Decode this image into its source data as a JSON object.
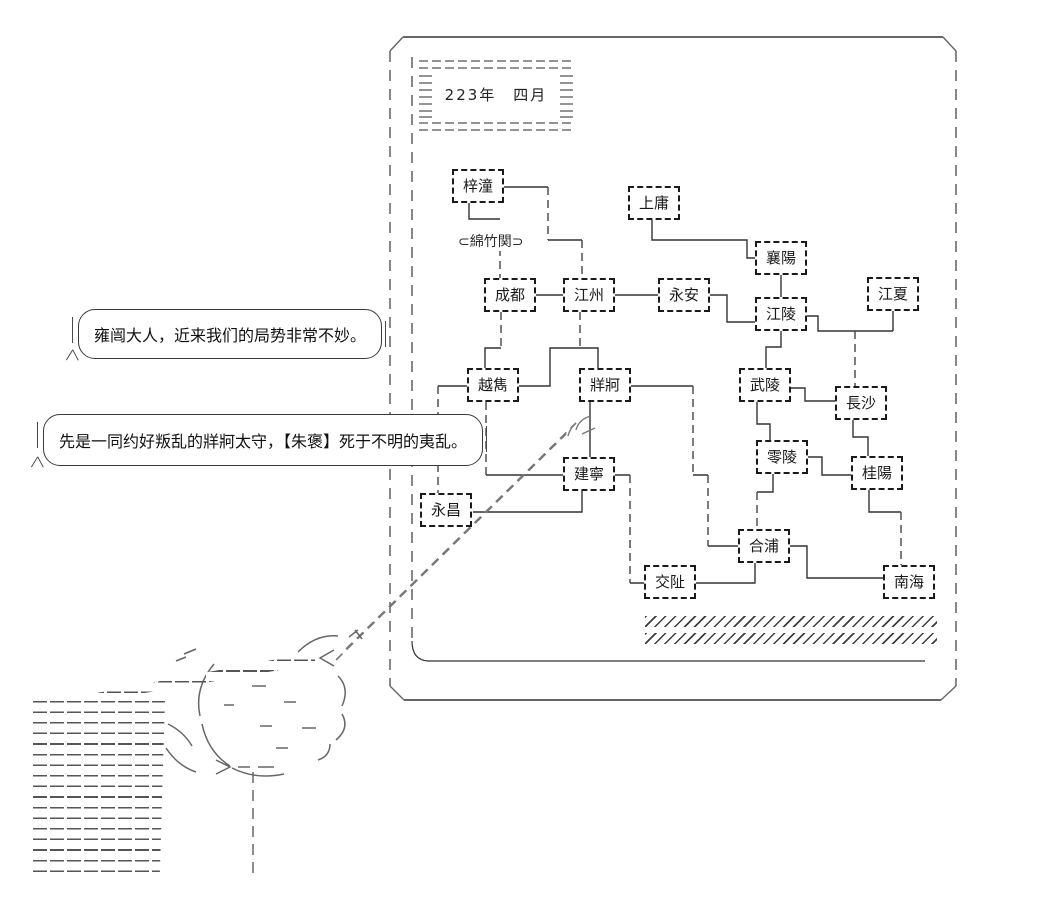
{
  "panel": {
    "date_banner": {
      "text": "223年　四月"
    },
    "labels": {
      "mianzhu_pass": "⊂綿竹関⊃"
    },
    "cities": [
      {
        "id": "zitong",
        "label": "梓潼"
      },
      {
        "id": "shangyong",
        "label": "上庸"
      },
      {
        "id": "xiangyang",
        "label": "襄陽"
      },
      {
        "id": "chengdu",
        "label": "成都"
      },
      {
        "id": "jiangzhou",
        "label": "江州"
      },
      {
        "id": "yongan",
        "label": "永安"
      },
      {
        "id": "jiangling",
        "label": "江陵"
      },
      {
        "id": "jiangxia",
        "label": "江夏"
      },
      {
        "id": "yuexi",
        "label": "越雋"
      },
      {
        "id": "zangke",
        "label": "牂牁"
      },
      {
        "id": "wuling",
        "label": "武陵"
      },
      {
        "id": "changsha",
        "label": "長沙"
      },
      {
        "id": "lingling",
        "label": "零陵"
      },
      {
        "id": "guiyang",
        "label": "桂陽"
      },
      {
        "id": "jianning",
        "label": "建寧"
      },
      {
        "id": "yongchang",
        "label": "永昌"
      },
      {
        "id": "hepu",
        "label": "合浦"
      },
      {
        "id": "jiaozhi",
        "label": "交阯"
      },
      {
        "id": "nanhai",
        "label": "南海"
      }
    ],
    "adjacency": [
      "梓潼-綿竹関-成都",
      "梓潼-江州",
      "成都-江州",
      "江州-永安",
      "上庸-襄陽",
      "襄陽-江陵",
      "永安-江陵",
      "江陵-江夏",
      "江陵-長沙",
      "江陵-武陵",
      "武陵-長沙",
      "武陵-零陵",
      "長沙-桂陽",
      "零陵-桂陽",
      "零陵-合浦",
      "桂陽-南海",
      "合浦-南海",
      "交阯-合浦",
      "建寧-交阯",
      "成都-越雋",
      "江州-越雋",
      "江州-牂牁",
      "越雋-永昌",
      "越雋-建寧",
      "牂牁-建寧",
      "牂牁-合浦",
      "建寧-永昌"
    ]
  },
  "dialogue": [
    {
      "text": "雍闿大人，近来我们的局势非常不妙。"
    },
    {
      "text": "先是一同约好叛乱的牂牁太守，【朱褒】死于不明的夷乱。"
    }
  ],
  "colors": {
    "ink": "#1a1a1a",
    "line": "#333333",
    "frame": "#555555",
    "hand": "#666666",
    "background": "#ffffff"
  }
}
